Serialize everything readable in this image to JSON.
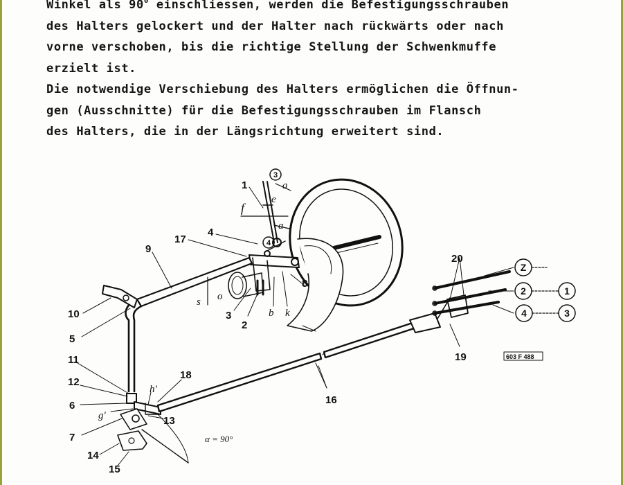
{
  "text": {
    "line1_pre": "Winkel als 90",
    "line1_sup": "0",
    "line1_post": " einschliessen, werden die Befestigungsschrauben",
    "line2": "des Halters gelockert und der Halter nach rückwärts oder nach",
    "line3": "vorne verschoben, bis die richtige Stellung der Schwenkmuffe",
    "line4": "erzielt ist.",
    "line5": "Die notwendige Verschiebung des Halters ermöglichen die Öffnun-",
    "line6": "gen (Ausschnitte) für die Befestigungsschrauben im Flansch",
    "line7": "des Halters, die in der Längsrichtung erweitert sind."
  },
  "diagram": {
    "part_labels": {
      "l1": "1",
      "l2": "2",
      "l3": "3",
      "l4": "4",
      "l5": "5",
      "l6": "6",
      "l7": "7",
      "l8": "8",
      "l9": "9",
      "l10": "10",
      "l11": "11",
      "l12": "12",
      "l13": "13",
      "l14": "14",
      "l15": "15",
      "l16": "16",
      "l17": "17",
      "l18": "18",
      "l19": "19",
      "l20": "20"
    },
    "letter_labels": {
      "a_top": "a",
      "a_mid": "a",
      "f": "f",
      "e": "e",
      "s": "s",
      "o": "o",
      "b": "b",
      "k": "k",
      "h": "h'",
      "g": "g'"
    },
    "circled": {
      "c3_top": "3",
      "c4_col": "4",
      "z": "Z",
      "c2": "2",
      "c1": "1",
      "c4": "4",
      "c3": "3"
    },
    "angle_label": "α = 90°",
    "drawing_number": "603 F 488"
  },
  "colors": {
    "ink": "#111111",
    "frame": "#9aa33a",
    "paper": "#fdfdfb"
  }
}
